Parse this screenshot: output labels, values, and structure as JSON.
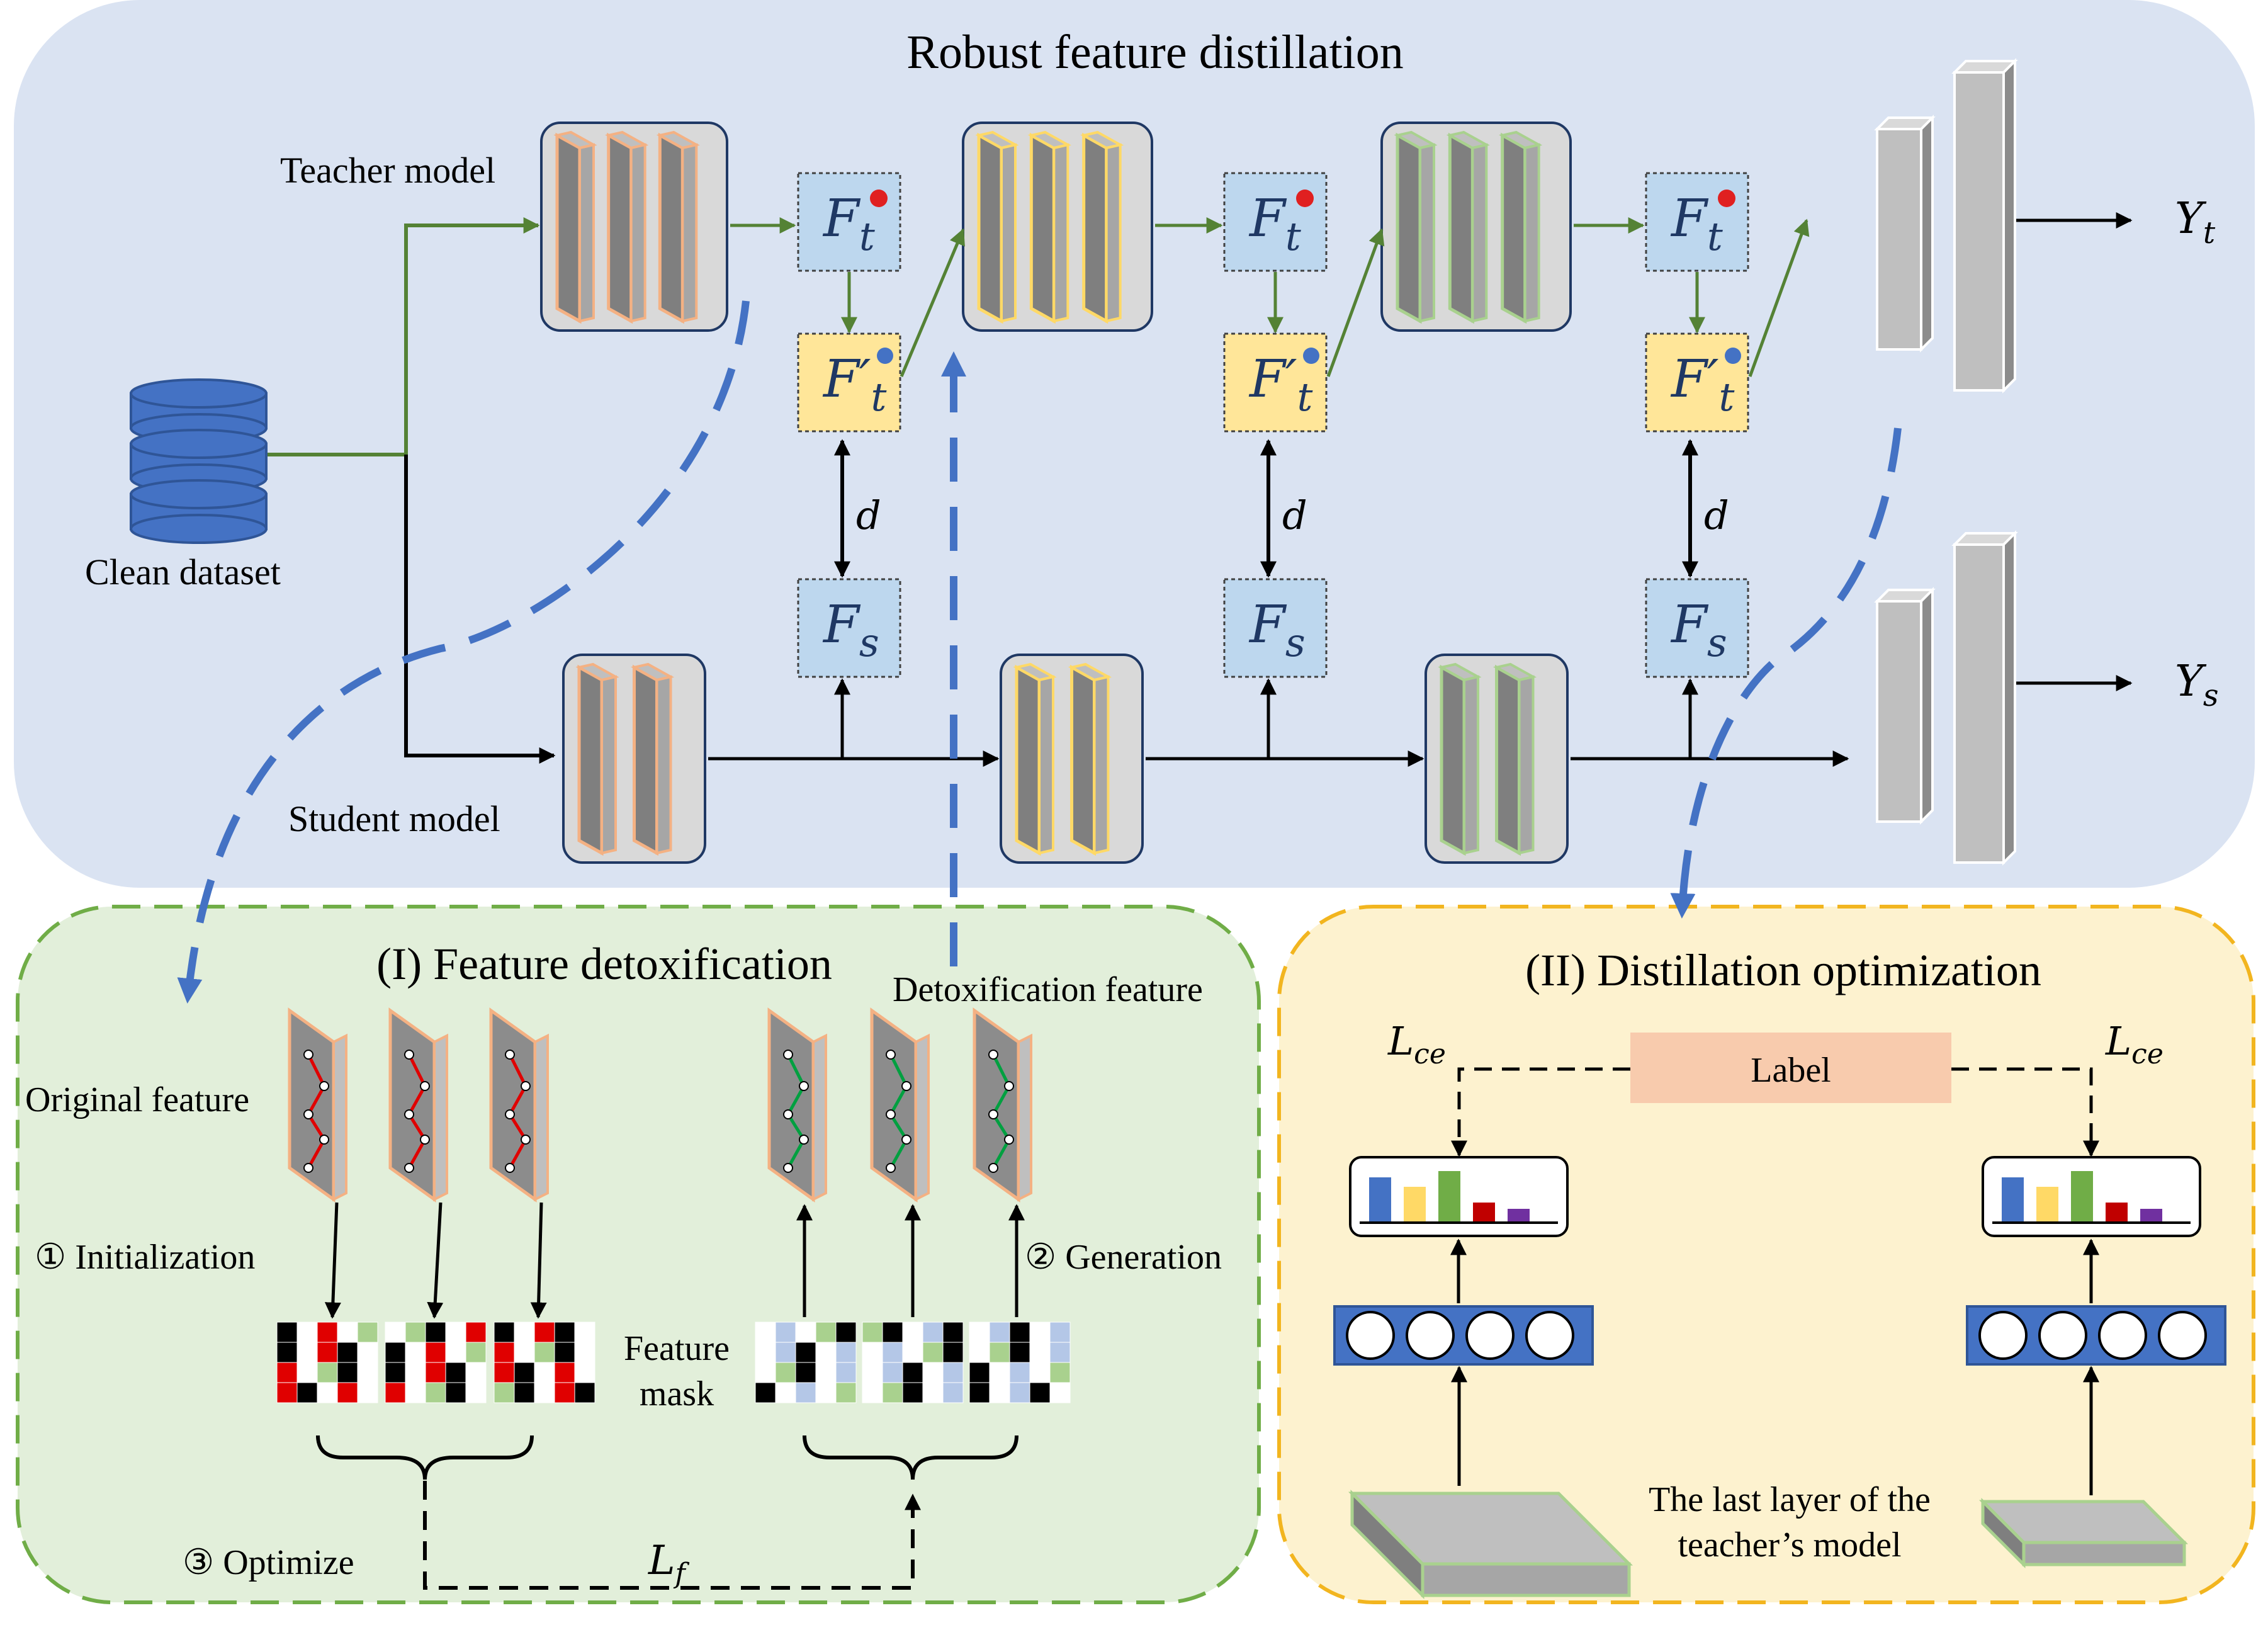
{
  "title": "Robust feature distillation",
  "teacher_label": "Teacher model",
  "student_label": "Student model",
  "dataset_label": "Clean dataset",
  "ft": "F",
  "ft_sub": "t",
  "ft_prime": "F′",
  "fs": "F",
  "fs_sub": "s",
  "d": "d",
  "yt": "Y",
  "yt_sub": "t",
  "ys": "Y",
  "ys_sub": "s",
  "detox": {
    "title": "(I) Feature detoxification",
    "detox_feature": "Detoxification feature",
    "original_feature": "Original feature",
    "initialization": "① Initialization",
    "generation": "② Generation",
    "feature_mask_line1": "Feature",
    "feature_mask_line2": "mask",
    "optimize": "③ Optimize",
    "lf": "L",
    "lf_sub": "f"
  },
  "distill": {
    "title": "(II) Distillation optimization",
    "label": "Label",
    "lce": "L",
    "lce_sub": "ce",
    "last_layer_line1": "The last layer of the",
    "last_layer_line2": "teacher’s  model"
  },
  "colors": {
    "top_panel": "#dae3f2",
    "green_panel": "#e2efda",
    "green_border": "#70ad47",
    "yellow_panel": "#fdf2cf",
    "yellow_border": "#f2b51f",
    "ft_box": "#bdd7ee",
    "ft_prime_box": "#ffe699",
    "arrow_green": "#548235",
    "dash_blue": "#4472c4",
    "label_box": "#f8cbad",
    "math_text": "#1f3864"
  }
}
